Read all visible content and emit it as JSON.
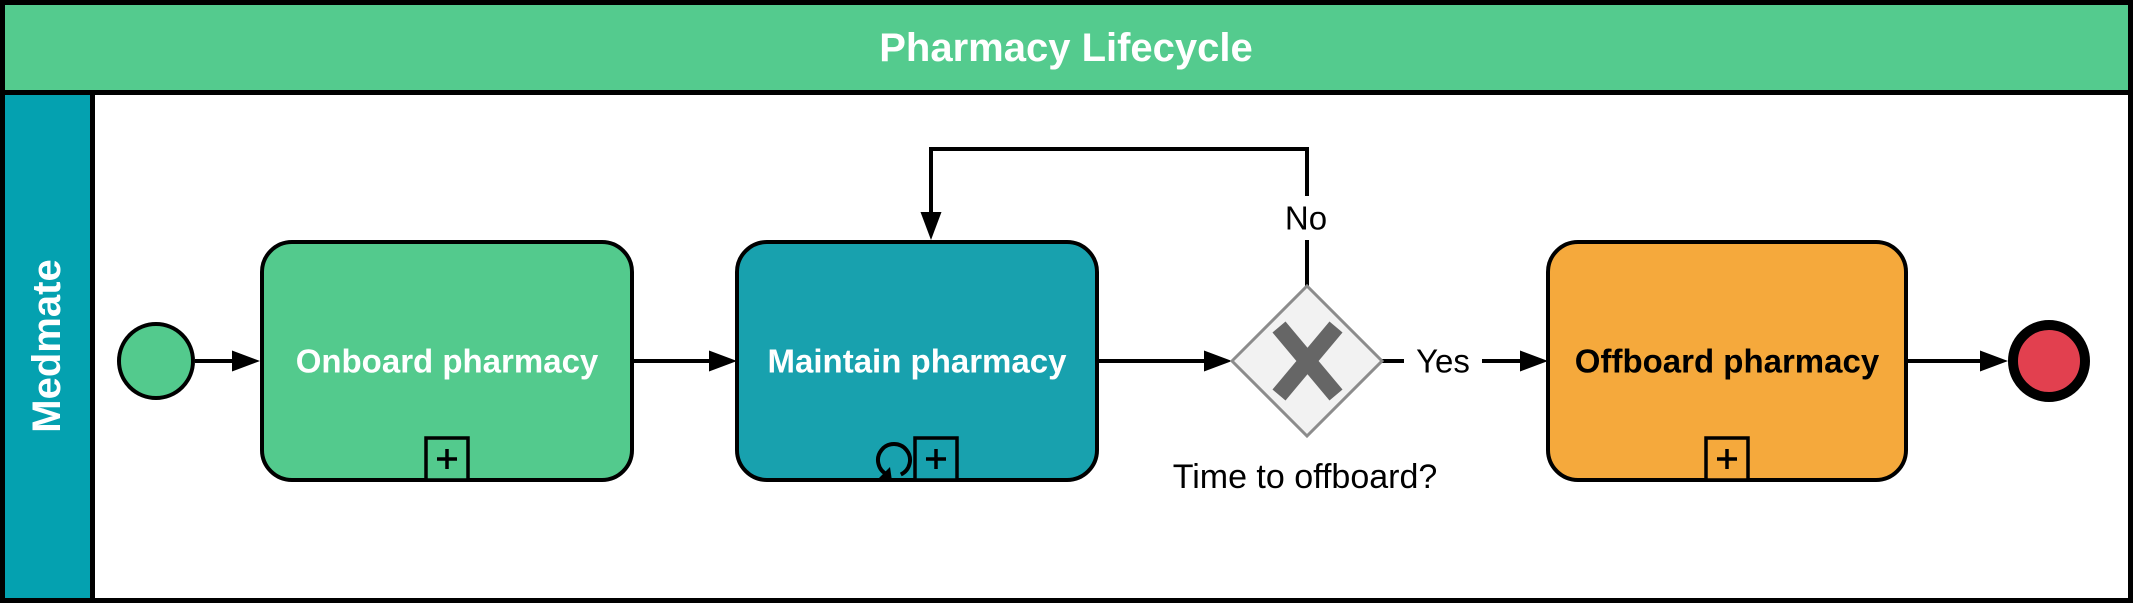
{
  "pool": {
    "title": "Pharmacy Lifecycle",
    "lane": "Medmate"
  },
  "tasks": {
    "onboard": {
      "label": "Onboard pharmacy",
      "markers": [
        "subprocess-expand-icon"
      ]
    },
    "maintain": {
      "label": "Maintain pharmacy",
      "markers": [
        "loop-icon",
        "subprocess-expand-icon"
      ]
    },
    "offboard": {
      "label": "Offboard pharmacy",
      "markers": [
        "subprocess-expand-icon"
      ]
    }
  },
  "gateway": {
    "type": "exclusive-gateway",
    "question": "Time to offboard?",
    "yes": "Yes",
    "no": "No"
  },
  "events": {
    "start": {
      "type": "start-event"
    },
    "end": {
      "type": "end-event"
    }
  },
  "icons": {
    "expand": "plus-in-square",
    "loop": "circular-arrow",
    "gateway_marker": "x-cross"
  },
  "colors": {
    "header_green": "#54CB8E",
    "task_green": "#53CA8D",
    "lane_teal": "#04A1B0",
    "task_teal": "#18A1AE",
    "task_orange": "#F5A93C",
    "end_red": "#E2404F",
    "gateway_fill": "#F2F2F2",
    "gateway_border": "#8C8C8C",
    "gateway_x": "#666666",
    "outline_black": "#000000",
    "label_white": "#FFFFFF"
  }
}
